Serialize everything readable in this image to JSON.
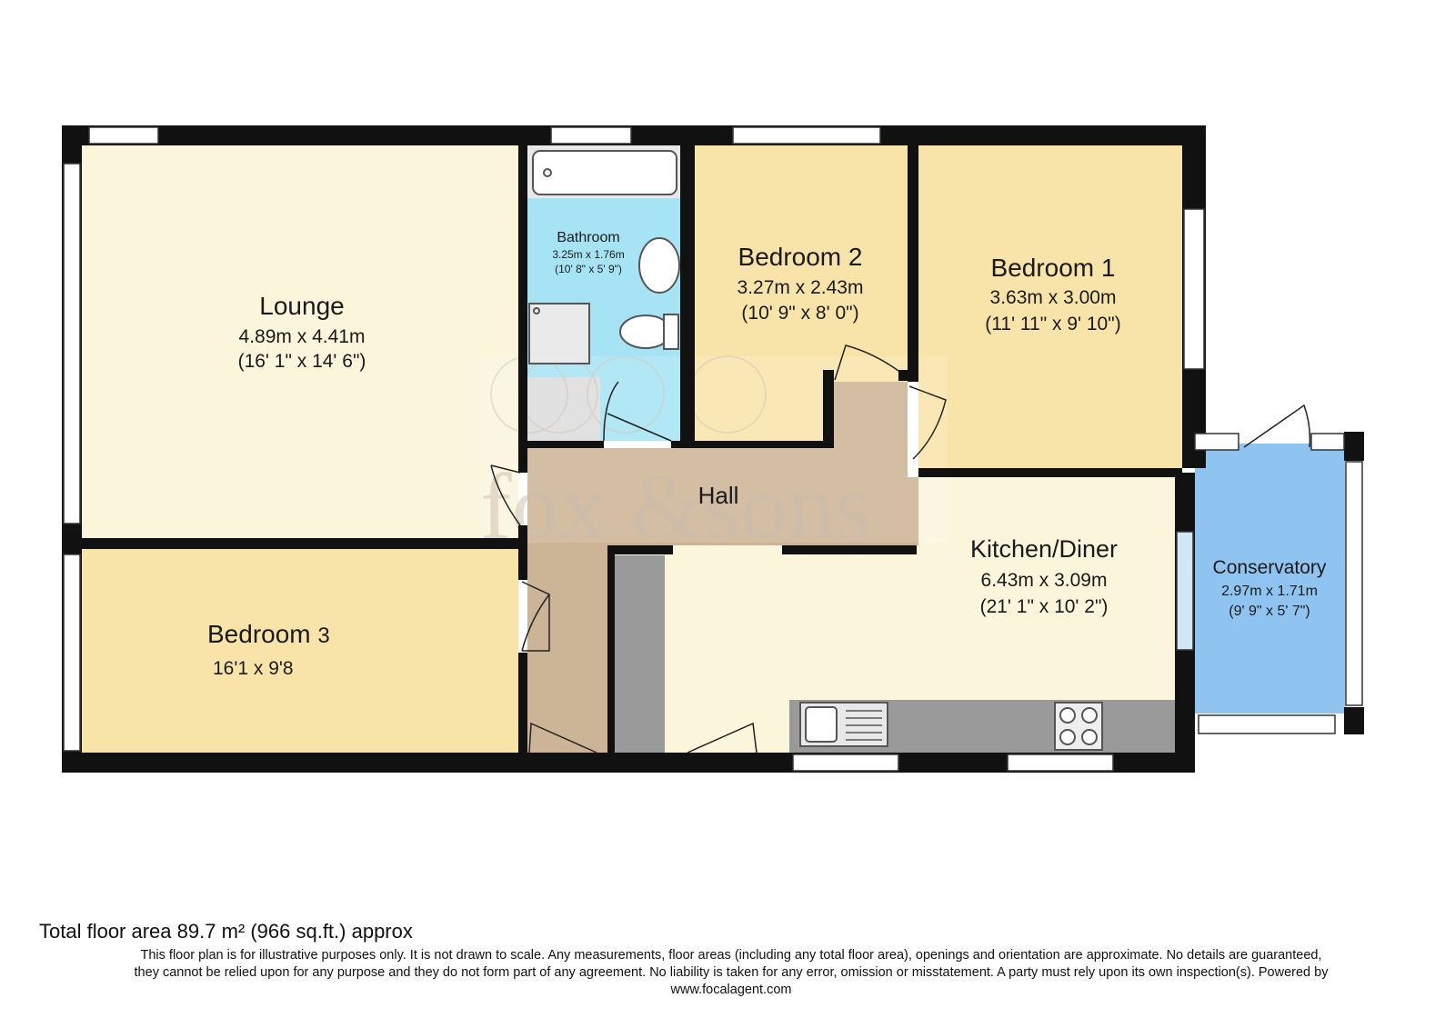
{
  "watermark": "fox &sons",
  "rooms": {
    "lounge": {
      "name": "Lounge",
      "dims": "4.89m x 4.41m",
      "imperial": "(16' 1\" x 14' 6\")"
    },
    "bathroom": {
      "name": "Bathroom",
      "dims": "3.25m x 1.76m",
      "imperial": "(10' 8\" x 5' 9\")"
    },
    "bedroom2": {
      "name": "Bedroom 2",
      "dims": "3.27m x 2.43m",
      "imperial": "(10' 9\" x 8' 0\")"
    },
    "bedroom1": {
      "name": "Bedroom 1",
      "dims": "3.63m x 3.00m",
      "imperial": "(11' 11\" x 9' 10\")"
    },
    "hall": {
      "name": "Hall"
    },
    "kitchen": {
      "name": "Kitchen/Diner",
      "dims": "6.43m x 3.09m",
      "imperial": "(21' 1\" x 10' 2\")"
    },
    "conservatory": {
      "name": "Conservatory",
      "dims": "2.97m x 1.71m",
      "imperial": "(9' 9\" x 5' 7\")"
    },
    "bedroom3": {
      "name": "Bedroom",
      "number": "3",
      "dims": "16'1 x 9'8"
    }
  },
  "colors": {
    "wall": "#111111",
    "lounge": "#fbf5dc",
    "bedroom": "#f8e4a9",
    "bathroom": "#a6e4f5",
    "hall": "#ccb496",
    "kitchen": "#fbf5dc",
    "conservatory": "#8ec4ef",
    "worktop": "#9a9a9a",
    "window": "#ffffff"
  },
  "footer": {
    "total_area": "Total floor area 89.7 m² (966 sq.ft.) approx",
    "disclaimer_line1": "This floor plan is for illustrative purposes only. It is not drawn to scale. Any measurements, floor areas (including any total floor area), openings and orientation are approximate. No details are guaranteed,",
    "disclaimer_line2": "they cannot be relied upon for any purpose and they do not form part of any agreement. No liability is taken for any error, omission or misstatement. A party must rely upon its own inspection(s). Powered by",
    "disclaimer_line3": "www.focalagent.com"
  }
}
